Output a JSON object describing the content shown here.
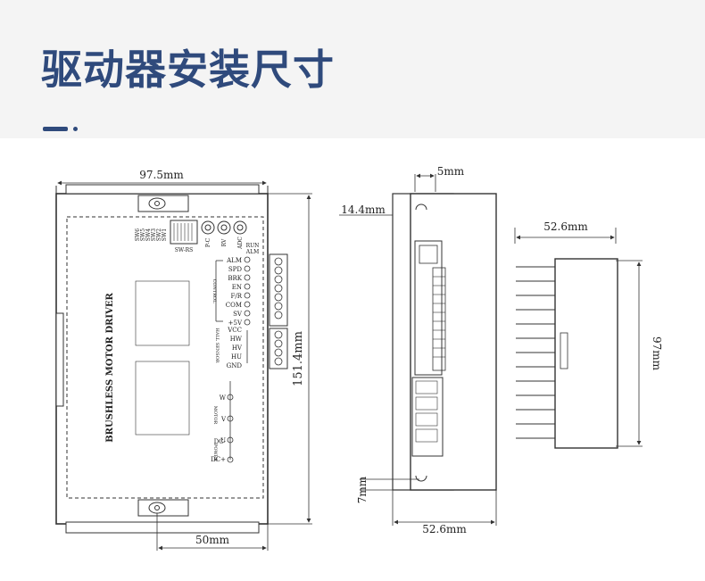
{
  "title": "驱动器安装尺寸",
  "front_view": {
    "dim_width": "97.5mm",
    "dim_height": "151.4mm",
    "dim_hole": "50mm",
    "product_name": "BRUSHLESS MOTOR DRIVER",
    "switch_labels": [
      "SW6",
      "SW5",
      "SW4",
      "SW3",
      "SW2",
      "SW1"
    ],
    "sw_caption": "SW-RS",
    "pot_labels": [
      "P-C",
      "RV",
      "ADC"
    ],
    "status_labels": [
      "RUN",
      "ALM"
    ],
    "control_pins": [
      "ALM",
      "SPD",
      "BRK",
      "EN",
      "F/R",
      "COM",
      "SV",
      "+5V"
    ],
    "control_caption": "CONTROL",
    "hall_pins": [
      "VCC",
      "HW",
      "HV",
      "HU",
      "GND"
    ],
    "hall_caption": "HALL SENSOR",
    "motor_pins": [
      "W",
      "V",
      "U"
    ],
    "motor_caption": "MOTOR",
    "power_pins": [
      "DC-",
      "DC+"
    ],
    "power_caption": "POWER"
  },
  "side_view": {
    "dim_top": "5mm",
    "dim_offset": "14.4mm",
    "dim_bottom_gap": "7mm",
    "dim_depth": "52.6mm"
  },
  "heatsink_view": {
    "dim_depth": "52.6mm",
    "dim_height": "97mm"
  },
  "colors": {
    "title": "#2f4a7c",
    "line": "#333333"
  }
}
